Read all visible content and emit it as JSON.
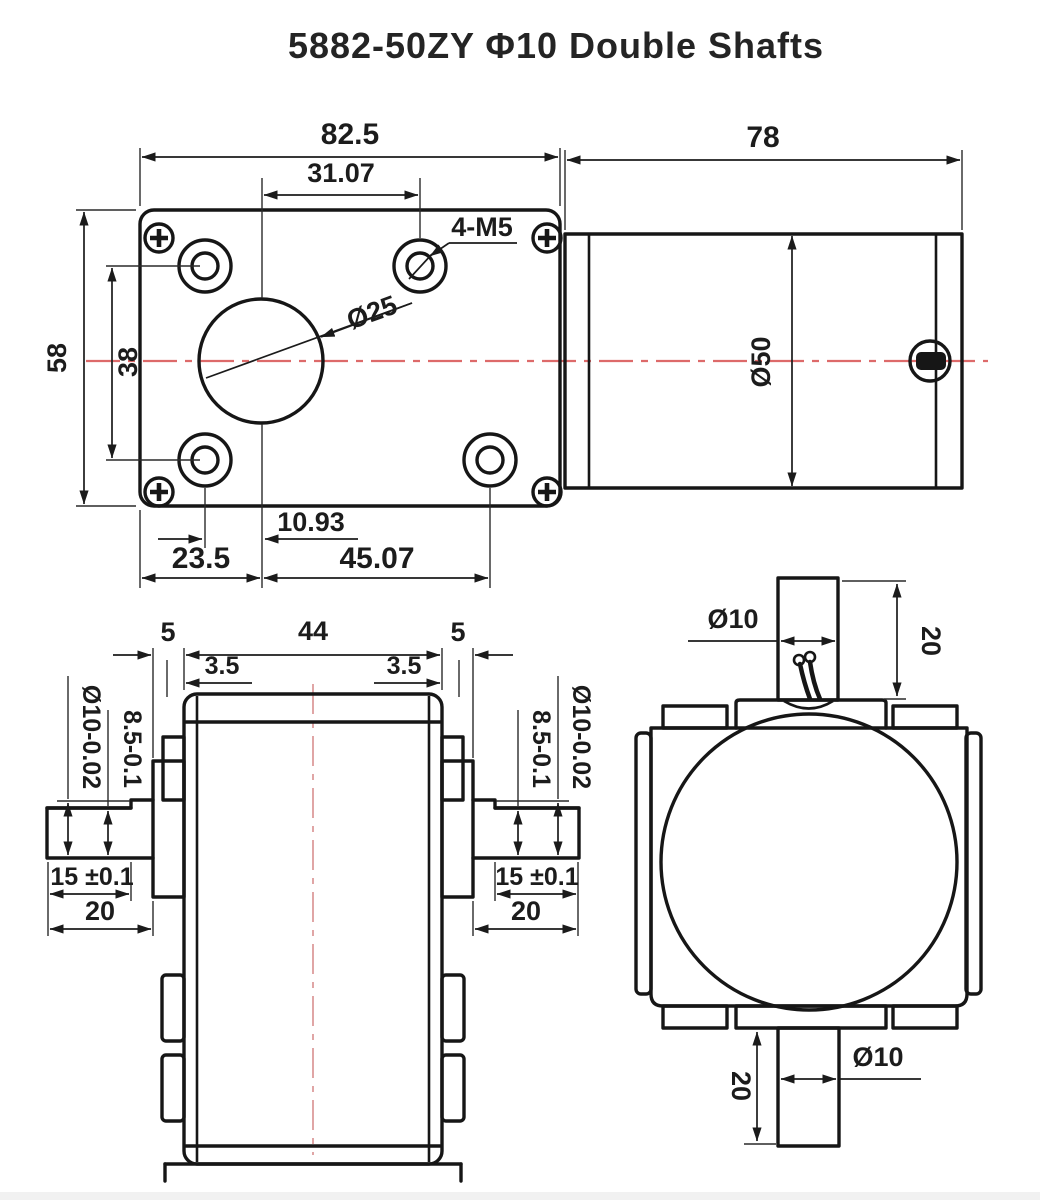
{
  "title": "5882-50ZY  Φ10  Double Shafts",
  "colors": {
    "line": "#161616",
    "centerline_red": "#dd6a6a",
    "background": "#ffffff"
  },
  "front_view": {
    "width": "82.5",
    "hole_offset_top": "31.07",
    "thread_callout": "4-M5",
    "bore_diameter": "Ø25",
    "height": "58",
    "hole_row_spacing": "38",
    "hole_offset_center": "10.93",
    "hole_offset_left": "23.5",
    "hole_offset_right": "45.07"
  },
  "side_view": {
    "length": "78",
    "motor_diameter": "Ø50"
  },
  "gear_view": {
    "tab_depth_left": "5",
    "body_width": "44",
    "tab_depth_right": "5",
    "wall_left": "3.5",
    "wall_right": "3.5",
    "left_shaft": {
      "diameter": "Ø10-0.02",
      "flat_height": "8.5-0.1",
      "length": "15 ±0.1",
      "total_length": "20"
    },
    "right_shaft": {
      "diameter": "Ø10-0.02",
      "flat_height": "8.5-0.1",
      "length": "15 ±0.1",
      "total_length": "20"
    }
  },
  "end_view": {
    "top_shaft": {
      "diameter": "Ø10",
      "length": "20"
    },
    "bottom_shaft": {
      "diameter": "Ø10",
      "length": "20"
    }
  }
}
